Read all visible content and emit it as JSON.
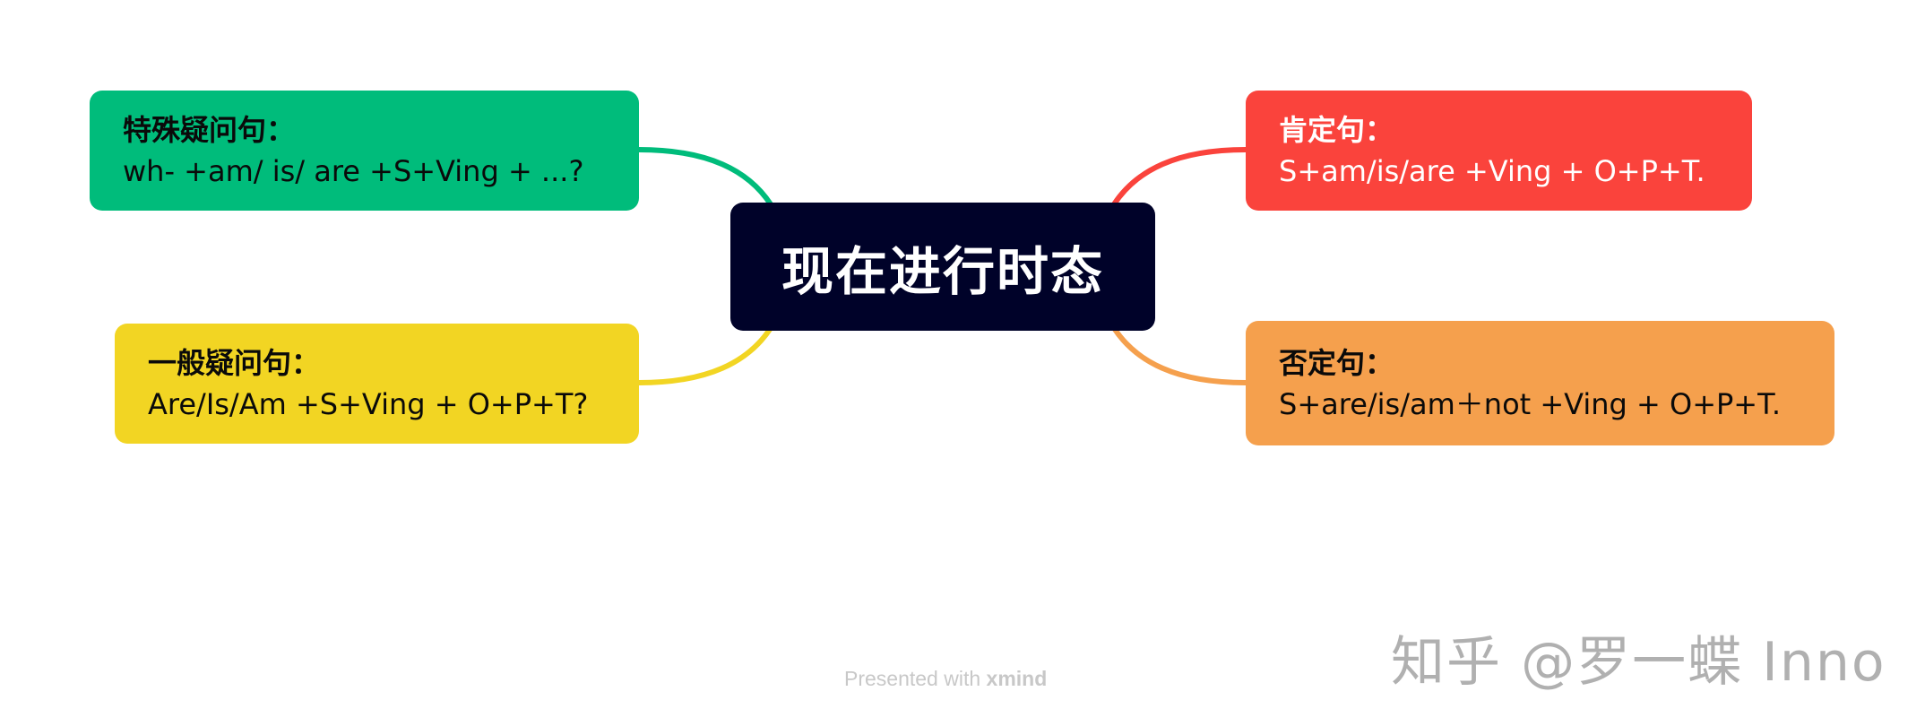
{
  "central_topic": {
    "label": "现在进行时态",
    "color": "#000229"
  },
  "branches": [
    {
      "id": "special-question",
      "title": "特殊疑问句：",
      "formula": "wh- +am/ is/ are +S+Ving + ...?",
      "color": "#00BC7B",
      "side": "left-top"
    },
    {
      "id": "general-question",
      "title": "一般疑问句：",
      "formula": "Are/Is/Am +S+Ving + O+P+T?",
      "color": "#F2D523",
      "side": "left-bottom"
    },
    {
      "id": "affirmative",
      "title": "肯定句：",
      "formula": "S+am/is/are +Ving + O+P+T.",
      "color": "#FA433C",
      "side": "right-top"
    },
    {
      "id": "negative",
      "title": "否定句：",
      "formula": "S+are/is/am＋not +Ving + O+P+T.",
      "color": "#F5A04D",
      "side": "right-bottom"
    }
  ],
  "footer": {
    "prefix": "Presented with ",
    "brand": "xmind"
  },
  "watermark": "知乎 @罗一蝶 Inno"
}
